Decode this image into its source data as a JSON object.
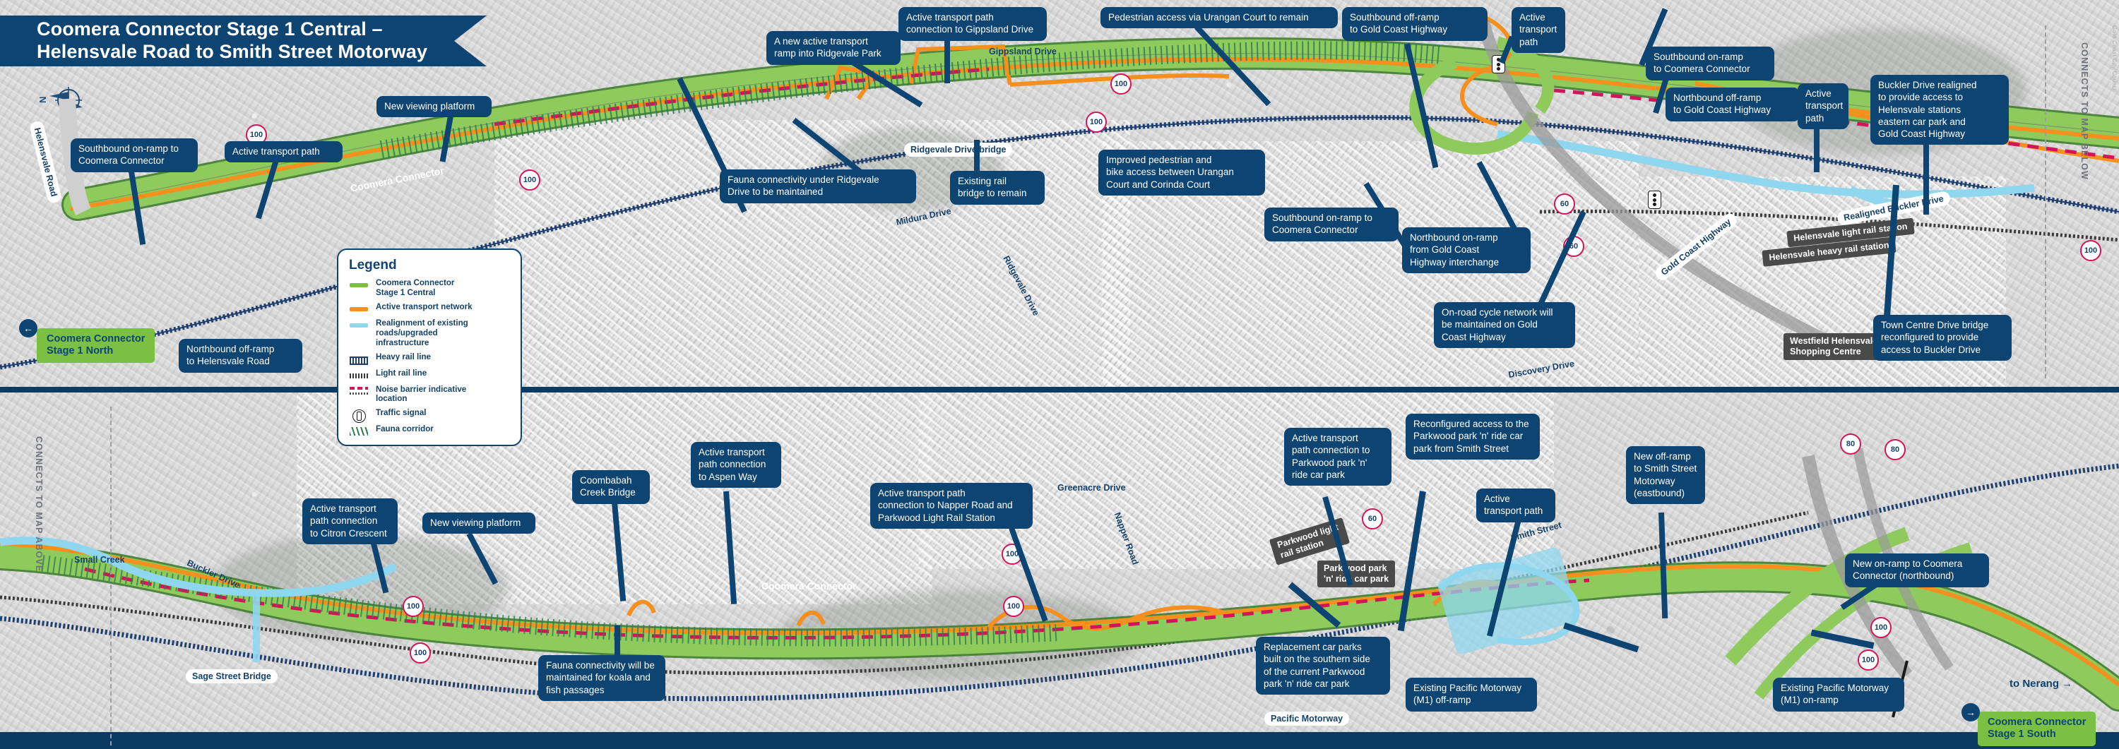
{
  "title": {
    "line": "Coomera Connector Stage 1 Central –\nHelensvale Road to Smith Street Motorway"
  },
  "compass": {
    "label": "N",
    "name": "north-compass-rose"
  },
  "attribution": "Gold Coast City Council",
  "legend": {
    "heading": "Legend",
    "items": [
      {
        "symbol": "green-line",
        "label": "Coomera Connector\nStage 1 Central"
      },
      {
        "symbol": "orange-line",
        "label": "Active transport network"
      },
      {
        "symbol": "cyan-line",
        "label": "Realignment of existing\nroads/upgraded\ninfrastructure"
      },
      {
        "symbol": "heavy-rail-line",
        "label": "Heavy rail line"
      },
      {
        "symbol": "light-rail-line",
        "label": "Light rail line"
      },
      {
        "symbol": "noise-barrier",
        "label": "Noise barrier indicative\nlocation"
      },
      {
        "symbol": "traffic-signal",
        "label": "Traffic signal"
      },
      {
        "symbol": "fauna-corridor",
        "label": "Fauna corridor"
      }
    ]
  },
  "colors": {
    "brand_navy": "#0d4472",
    "stage_green": "#7ac143",
    "active_transport_orange": "#f5901f",
    "realignment_cyan": "#8fd7ef",
    "noise_barrier_crimson": "#d4145a",
    "heavy_rail_navy": "#1f3f6e",
    "fauna_green": "#2f7d4f",
    "speed_ring_pink": "#d4145a"
  },
  "top_map": {
    "connects_label": "CONNECTS TO MAP BELOW",
    "callouts": [
      {
        "id": "sb-onramp-helensvale",
        "text": "Southbound on-ramp to\nCoomera Connector"
      },
      {
        "id": "active-transport-path-1",
        "text": "Active transport path"
      },
      {
        "id": "new-viewing-platform-1",
        "text": "New viewing platform"
      },
      {
        "id": "nb-offramp-helensvale",
        "text": "Northbound off-ramp\nto Helensvale Road"
      },
      {
        "id": "ramp-ridgevale-park",
        "text": "A new active transport\nramp into Ridgevale Park"
      },
      {
        "id": "atp-gippsland",
        "text": "Active transport path\nconnection to Gippsland Drive"
      },
      {
        "id": "fauna-ridgevale",
        "text": "Fauna connectivity under Ridgevale\nDrive to be maintained"
      },
      {
        "id": "existing-rail-bridge",
        "text": "Existing rail\nbridge to remain"
      },
      {
        "id": "ped-urangan",
        "text": "Pedestrian access via Urangan Court to remain"
      },
      {
        "id": "improved-ped-bike",
        "text": "Improved pedestrian and\nbike access between Urangan\nCourt and Corinda Court"
      },
      {
        "id": "sb-offramp-gch",
        "text": "Southbound off-ramp\nto Gold Coast Highway"
      },
      {
        "id": "active-transport-path-2",
        "text": "Active\ntransport\npath"
      },
      {
        "id": "sb-onramp-coomera-2",
        "text": "Southbound on-ramp to\nCoomera Connector"
      },
      {
        "id": "nb-onramp-gch",
        "text": "Northbound on-ramp\nfrom Gold Coast\nHighway interchange"
      },
      {
        "id": "sb-onramp-coomera-3",
        "text": "Southbound on-ramp\nto Coomera Connector"
      },
      {
        "id": "nb-offramp-gch",
        "text": "Northbound off-ramp\nto Gold Coast Highway"
      },
      {
        "id": "active-transport-path-3",
        "text": "Active\ntransport\npath"
      },
      {
        "id": "buckler-realigned",
        "text": "Buckler Drive realigned\nto provide access to\nHelensvale stations\neastern car park and\nGold Coast Highway"
      },
      {
        "id": "onroad-cycle-gch",
        "text": "On-road cycle network will\nbe maintained on Gold\nCoast Highway"
      },
      {
        "id": "town-centre-bridge",
        "text": "Town Centre Drive bridge\nreconfigured to provide\naccess to Buckler Drive"
      }
    ],
    "road_labels": [
      {
        "id": "helensvale-road",
        "text": "Helensvale Road"
      },
      {
        "id": "coomera-connector-1",
        "text": "Coomera Connector"
      },
      {
        "id": "gippsland-drive",
        "text": "Gippsland Drive"
      },
      {
        "id": "ridgevale-drive-bridge",
        "text": "Ridgevale Drive bridge"
      },
      {
        "id": "mildura-drive",
        "text": "Mildura Drive"
      },
      {
        "id": "ridgevale-drive",
        "text": "Ridgevale Drive"
      },
      {
        "id": "discovery-drive",
        "text": "Discovery Drive"
      },
      {
        "id": "gold-coast-highway",
        "text": "Gold Coast Highway"
      },
      {
        "id": "realigned-buckler-drive",
        "text": "Realigned Buckler Drive"
      }
    ],
    "place_labels": [
      {
        "id": "helensvale-light-rail-station",
        "text": "Helensvale light rail station"
      },
      {
        "id": "helensvale-heavy-rail-station",
        "text": "Helensvale heavy rail station"
      },
      {
        "id": "westfield-helensvale",
        "text": "Westfield Helensvale\nShopping Centre"
      }
    ],
    "stage_chip": {
      "label": "Coomera Connector\nStage 1 North",
      "arrow": "←"
    },
    "speed_signs": [
      "100",
      "100",
      "100",
      "100",
      "60",
      "60",
      "100"
    ]
  },
  "bottom_map": {
    "connects_label": "CONNECTS TO MAP ABOVE",
    "callouts": [
      {
        "id": "atp-citron-crescent",
        "text": "Active transport\npath connection\nto Citron Crescent"
      },
      {
        "id": "new-viewing-platform-2",
        "text": "New viewing platform"
      },
      {
        "id": "coombabah-creek-bridge",
        "text": "Coombabah\nCreek Bridge"
      },
      {
        "id": "atp-aspen-way",
        "text": "Active transport\npath connection\nto Aspen Way"
      },
      {
        "id": "atp-napper-road",
        "text": "Active transport path\nconnection to Napper Road and\nParkwood Light Rail Station"
      },
      {
        "id": "fauna-koala-fish",
        "text": "Fauna connectivity will be\nmaintained for koala and\nfish passages"
      },
      {
        "id": "atp-parkwood-pnr",
        "text": "Active transport\npath connection to\nParkwood park 'n'\nride car park"
      },
      {
        "id": "reconfigured-access-pnr",
        "text": "Reconfigured access to the\nParkwood park 'n' ride car\npark from Smith Street"
      },
      {
        "id": "new-offramp-smith-st",
        "text": "New off-ramp\nto Smith Street\nMotorway\n(eastbound)"
      },
      {
        "id": "active-transport-path-4",
        "text": "Active\ntransport path"
      },
      {
        "id": "new-onramp-coomera-nb",
        "text": "New on-ramp to Coomera\nConnector (northbound)"
      },
      {
        "id": "replacement-car-parks",
        "text": "Replacement car parks\nbuilt on the southern side\nof the current Parkwood\npark 'n' ride car park"
      },
      {
        "id": "existing-m1-offramp",
        "text": "Existing Pacific Motorway\n(M1) off-ramp"
      },
      {
        "id": "existing-m1-onramp",
        "text": "Existing Pacific Motorway\n(M1) on-ramp"
      }
    ],
    "road_labels": [
      {
        "id": "small-creek",
        "text": "Small Creek"
      },
      {
        "id": "buckler-drive",
        "text": "Buckler Drive"
      },
      {
        "id": "sage-street-bridge",
        "text": "Sage Street Bridge"
      },
      {
        "id": "coomera-connector-2",
        "text": "Coomera Connector"
      },
      {
        "id": "greenacre-drive",
        "text": "Greenacre Drive"
      },
      {
        "id": "napper-road",
        "text": "Napper Road"
      },
      {
        "id": "smith-street",
        "text": "Smith Street"
      },
      {
        "id": "pacific-motorway",
        "text": "Pacific Motorway"
      }
    ],
    "place_labels": [
      {
        "id": "parkwood-light-rail-station",
        "text": "Parkwood light\nrail station"
      },
      {
        "id": "parkwood-pnr-car-park",
        "text": "Parkwood park\n'n' ride car park"
      }
    ],
    "stage_chip": {
      "label": "Coomera Connector\nStage 1 South",
      "arrow": "→"
    },
    "to_nerang": "to Nerang  →",
    "speed_signs": [
      "100",
      "100",
      "100",
      "100",
      "60",
      "80",
      "80",
      "100",
      "100"
    ]
  }
}
